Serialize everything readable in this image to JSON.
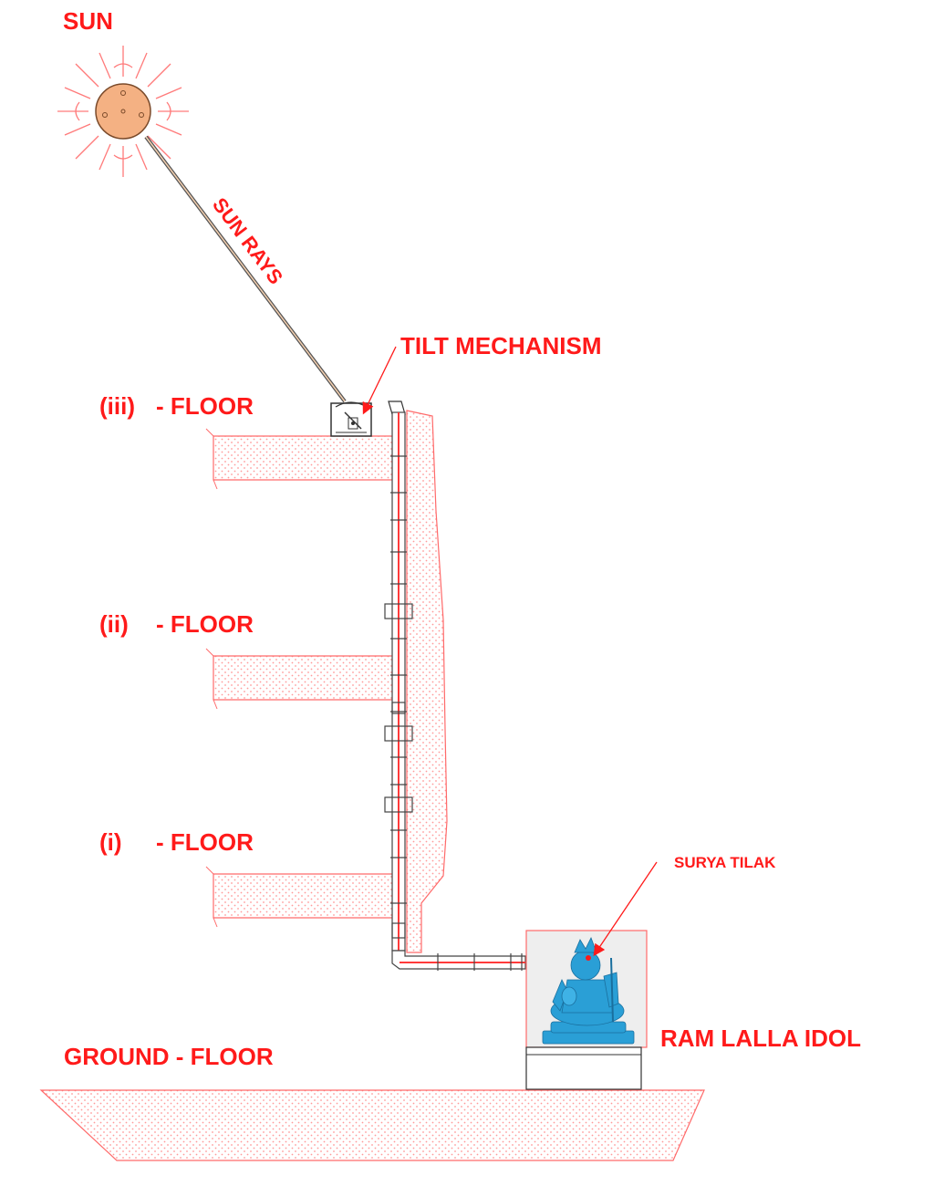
{
  "labels": {
    "sun": "SUN",
    "sun_rays": "SUN RAYS",
    "tilt_mechanism": "TILT MECHANISM",
    "floor_iii_num": "(iii)",
    "floor_iii_text": "- FLOOR",
    "floor_ii_num": "(ii)",
    "floor_ii_text": "- FLOOR",
    "floor_i_num": "(i)",
    "floor_i_text": "- FLOOR",
    "ground_floor": "GROUND - FLOOR",
    "surya_tilak": "SURYA TILAK",
    "ram_lalla_idol": "RAM LALLA IDOL"
  },
  "colors": {
    "label_red": "#ff1a1a",
    "hatch_red": "#ff9a9a",
    "outline_red": "#ff6a6a",
    "sun_fill": "#f4b183",
    "idol_blue": "#2a9fd6",
    "pipe_dark": "#444444"
  },
  "icons": {
    "sun": "sun-icon",
    "idol": "idol-statue-icon",
    "tilt_mechanism": "mirror-tilt-icon"
  }
}
